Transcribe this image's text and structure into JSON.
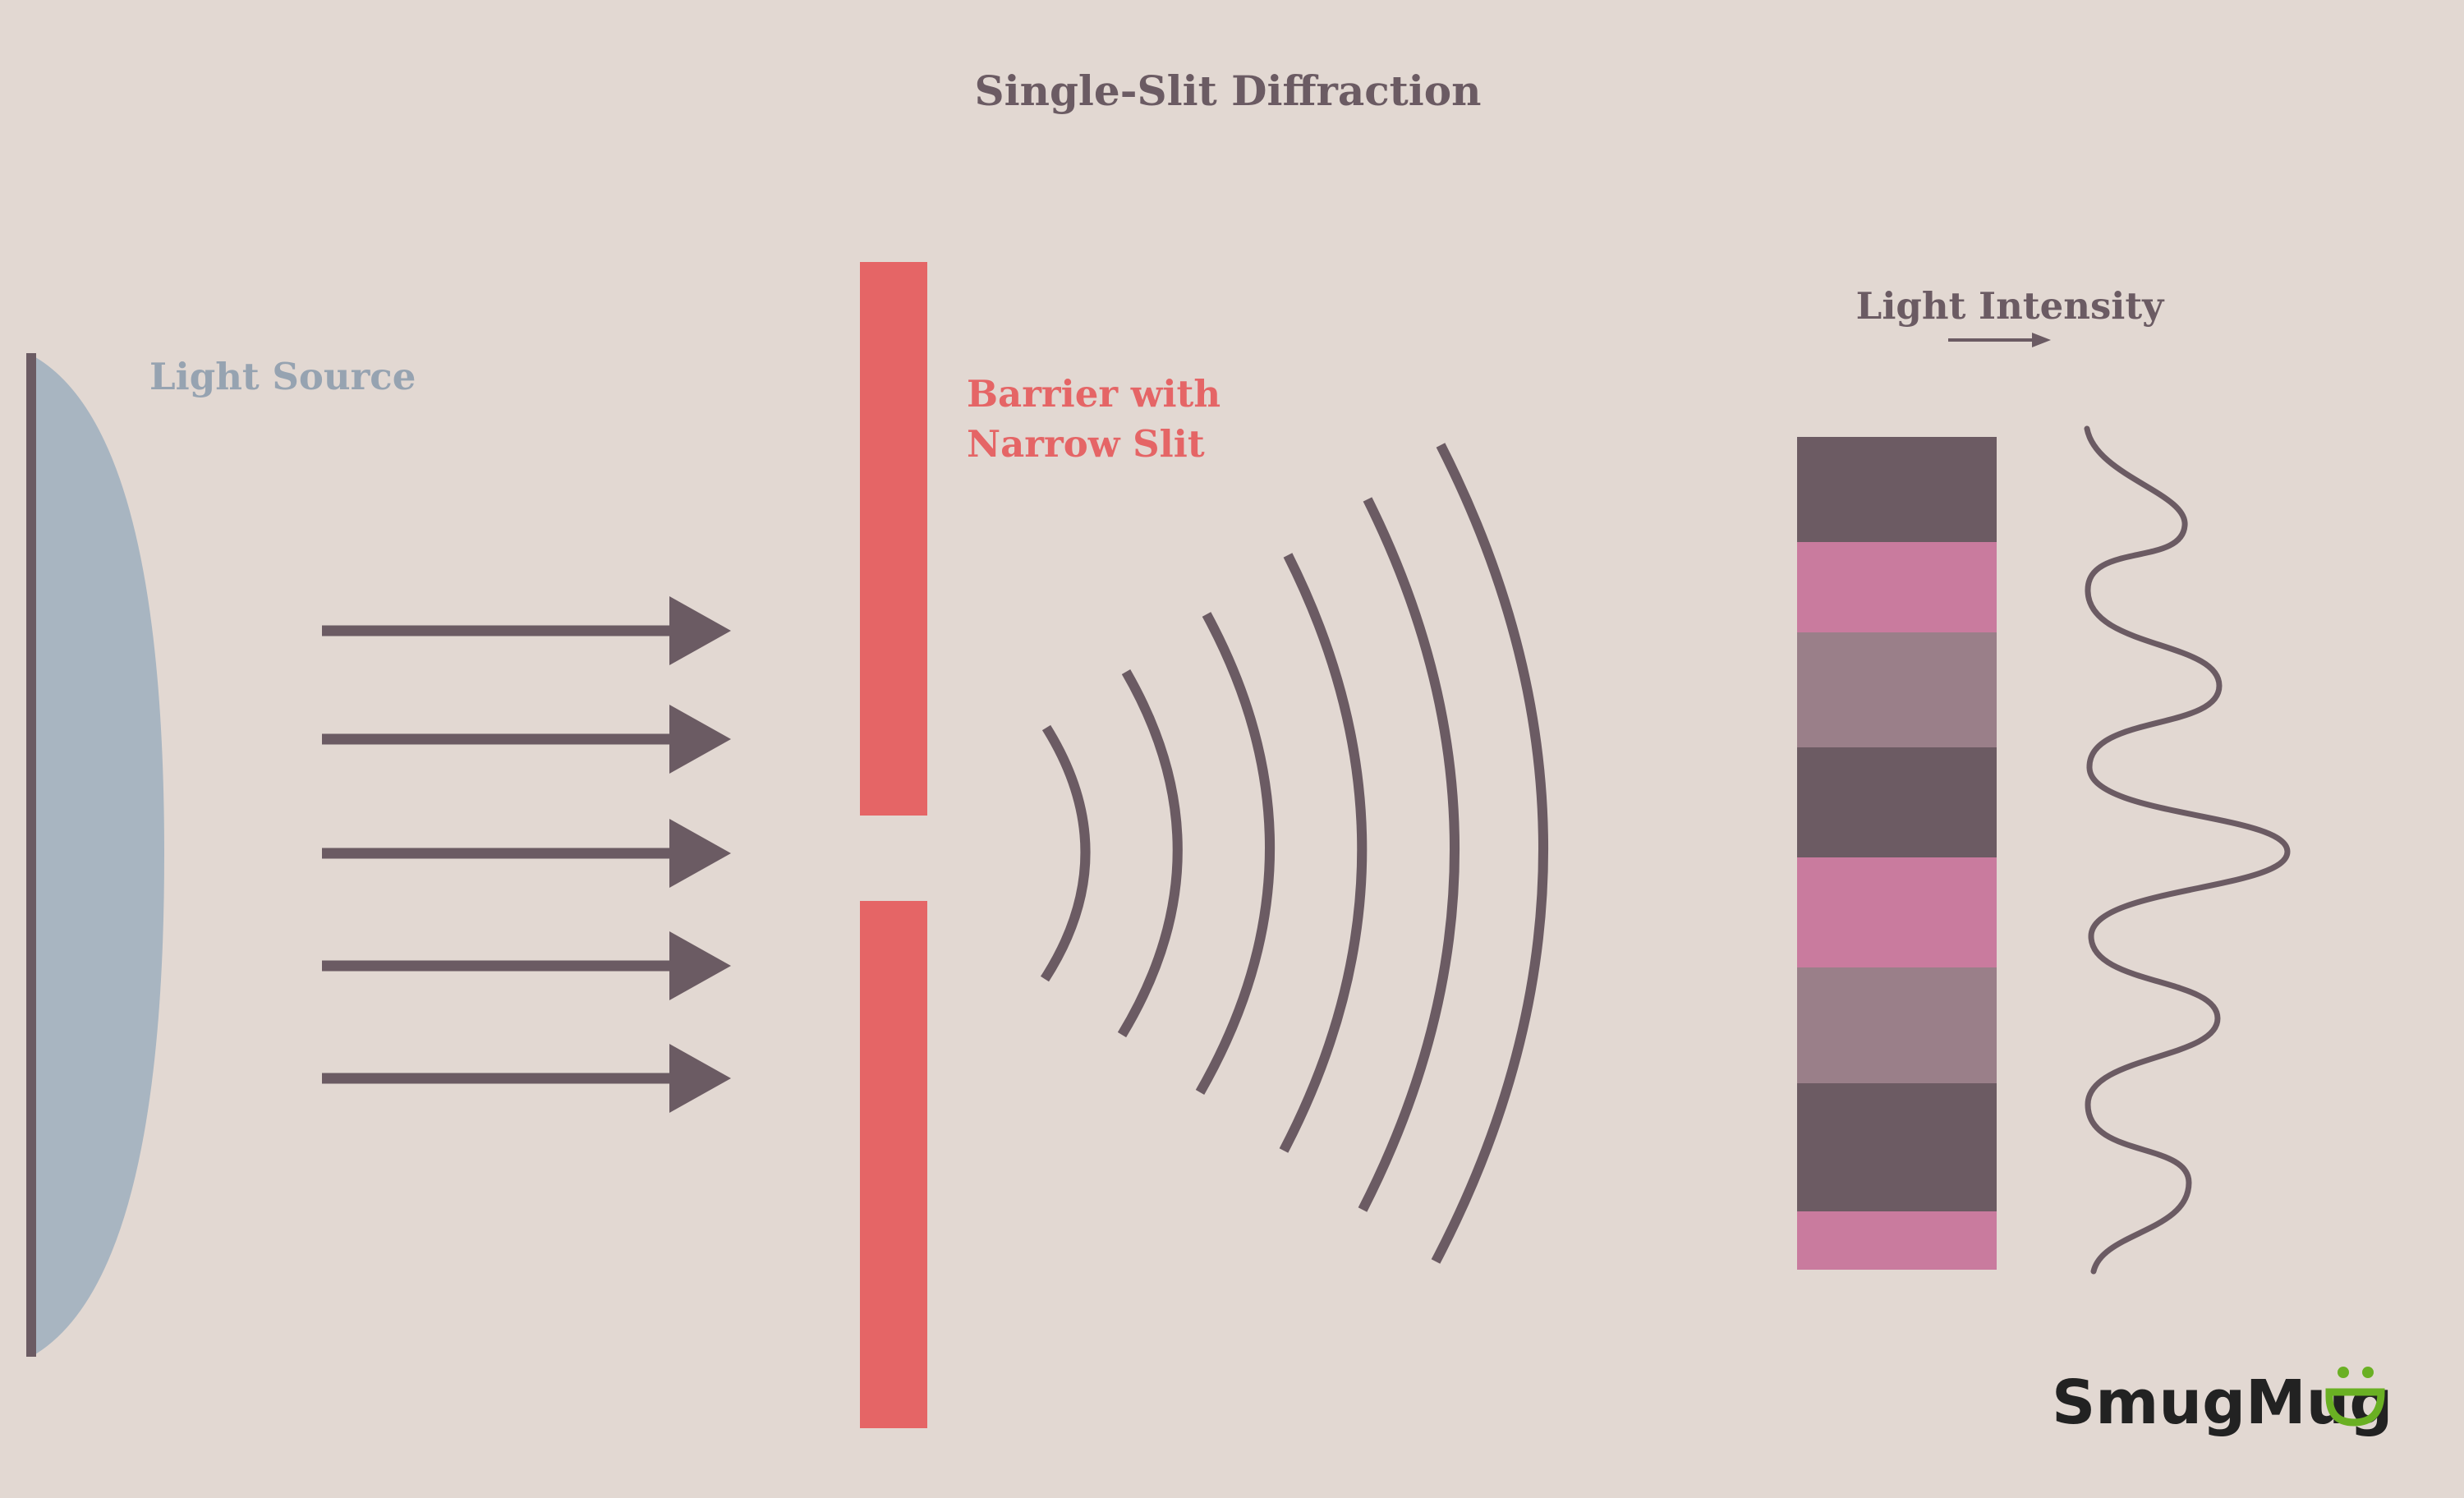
{
  "title": "Single-Slit Diffraction",
  "labels": {
    "light_source": "Light Source",
    "barrier_line1": "Barrier with",
    "barrier_line2": "Narrow Slit",
    "intensity": "Light Intensity"
  },
  "logo": {
    "text": "SmugMug",
    "icon": "smiley-icon"
  },
  "colors": {
    "background": "#e2d8d2",
    "ink": "#6b5b63",
    "source_fill": "#a8b5c1",
    "source_label": "#96a3b1",
    "barrier": "#e56566",
    "dark_band": "#6c5b63",
    "pink_band": "#c97b9e",
    "mauve_band": "#9a7f89",
    "logo_text": "#222222",
    "logo_icon": "#6ab023"
  },
  "fringe_pattern": [
    "dark",
    "pink",
    "mauve",
    "dark",
    "pink",
    "mauve",
    "dark",
    "pink"
  ]
}
